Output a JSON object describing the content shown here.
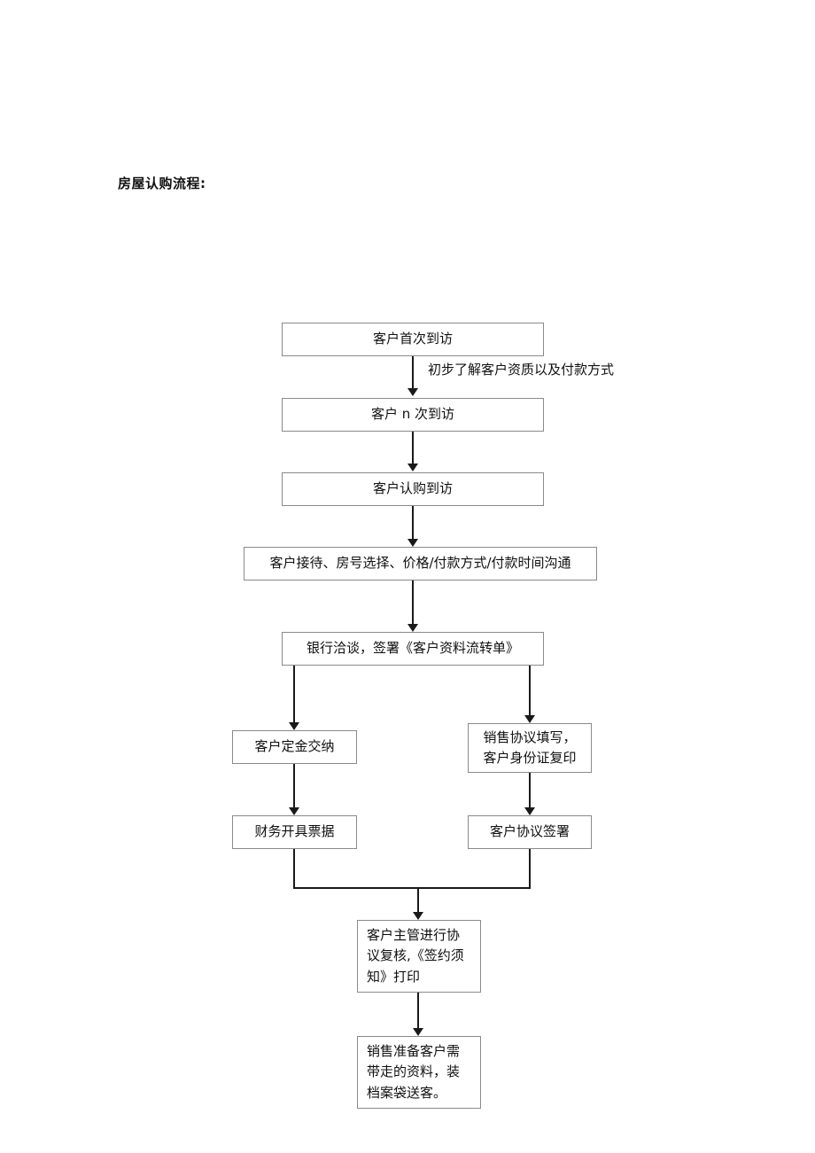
{
  "document": {
    "title": "房屋认购流程:"
  },
  "flowchart": {
    "type": "flowchart",
    "orientation": "top-to-bottom",
    "edge_labels": [
      {
        "id": "label-first-visit",
        "text": "初步了解客户资质以及付款方式"
      }
    ],
    "nodes": [
      {
        "id": "n1",
        "label": "客户首次到访"
      },
      {
        "id": "n2",
        "label": "客户 n 次到访"
      },
      {
        "id": "n3",
        "label": "客户认购到访"
      },
      {
        "id": "n4",
        "label": "客户接待、房号选择、价格/付款方式/付款时间沟通"
      },
      {
        "id": "n5",
        "label": "银行洽谈，签署《客户资料流转单》"
      },
      {
        "id": "n6",
        "label": "客户定金交纳"
      },
      {
        "id": "n7",
        "label_line1": "销售协议填写，",
        "label_line2": "客户身份证复印"
      },
      {
        "id": "n8",
        "label": "财务开具票据"
      },
      {
        "id": "n9",
        "label": "客户协议签署"
      },
      {
        "id": "n10",
        "label_line1": "客户主管进行协",
        "label_line2": "议复核,《签约须",
        "label_line3": "知》打印"
      },
      {
        "id": "n11",
        "label_line1": "销售准备客户需",
        "label_line2": "带走的资料，装",
        "label_line3": "档案袋送客。"
      }
    ]
  },
  "colors": {
    "box_border": "#8a8a8a",
    "connector": "#1a1a1a",
    "text": "#101010",
    "background": "#ffffff"
  }
}
